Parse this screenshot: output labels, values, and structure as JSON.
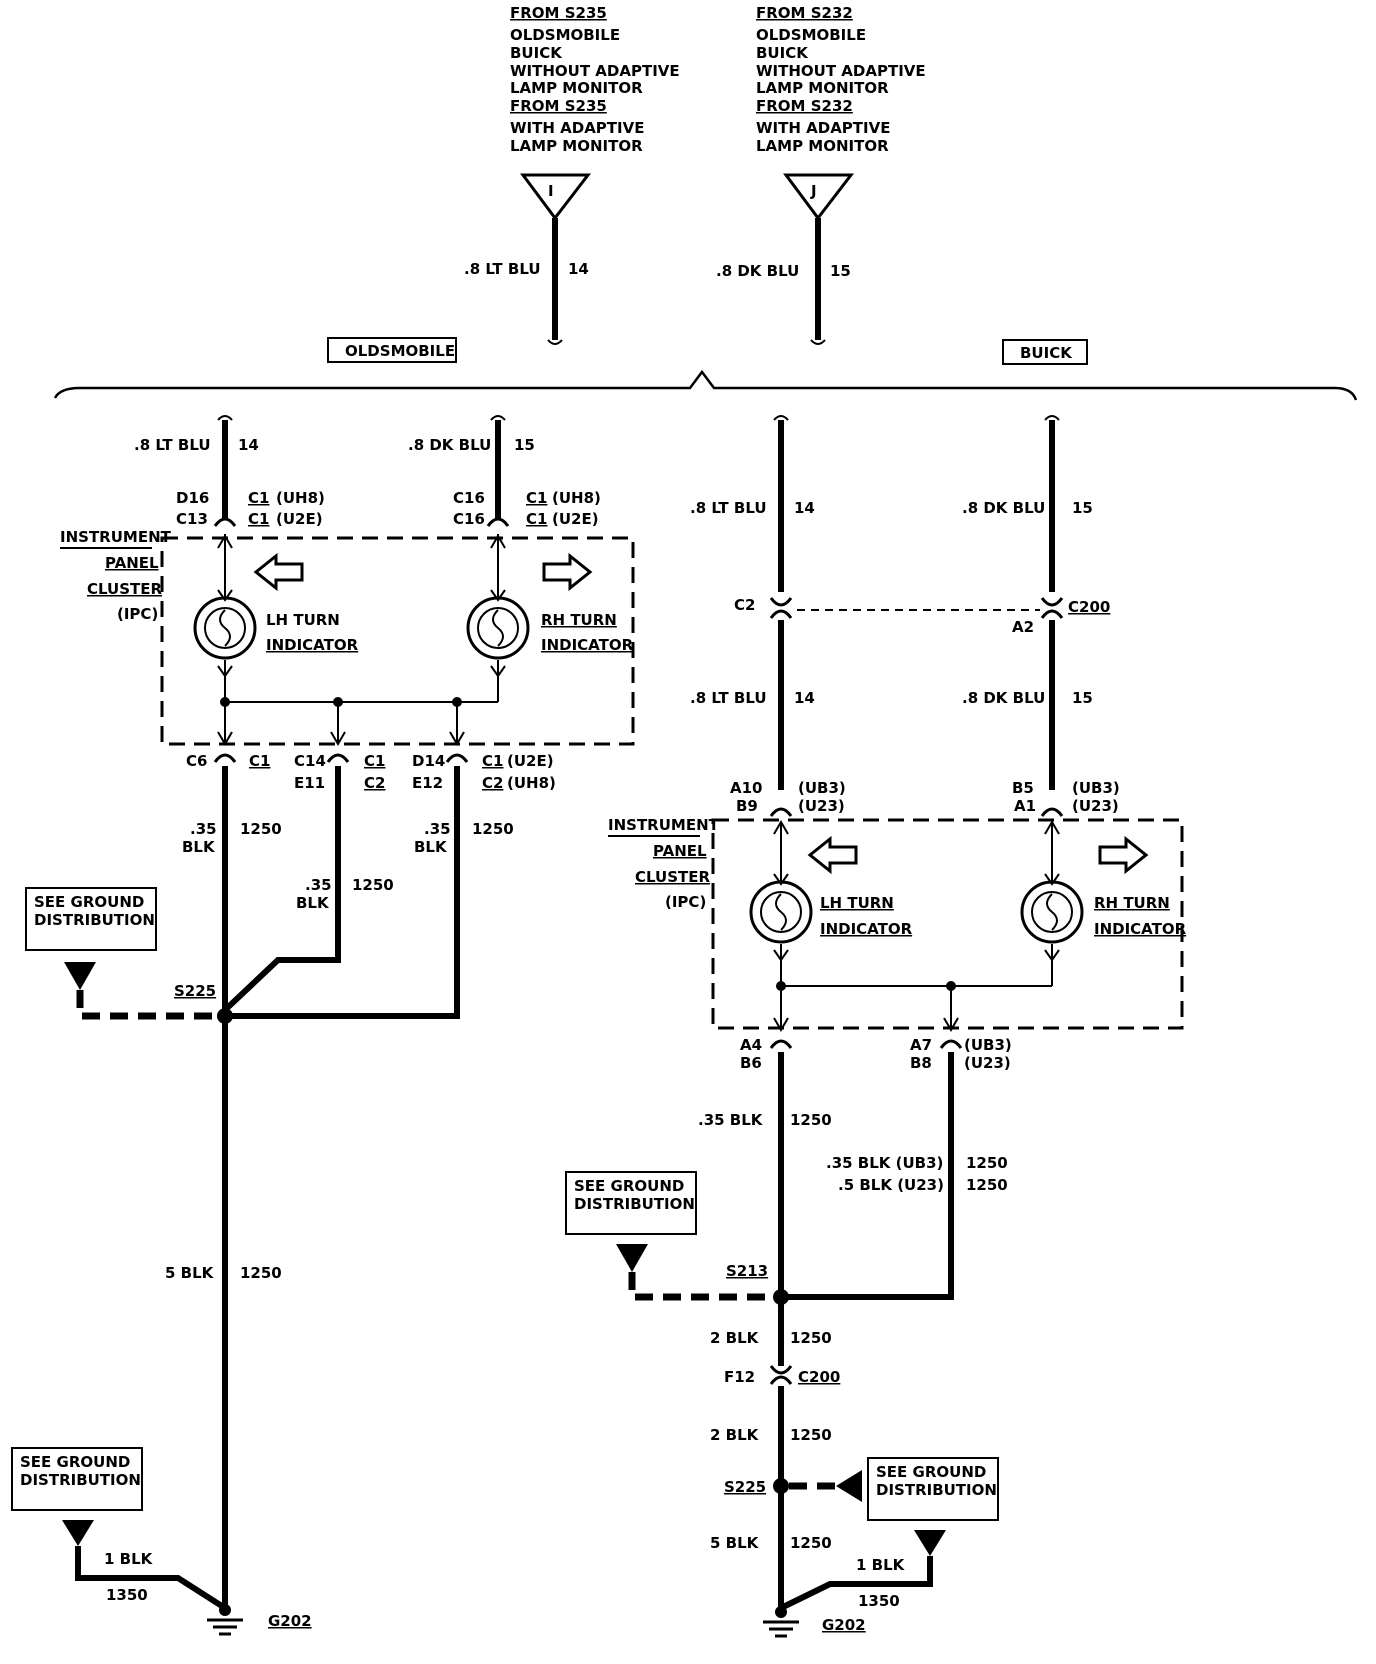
{
  "source_I": {
    "lines": [
      "FROM S235",
      "OLDSMOBILE",
      "BUICK",
      "WITHOUT ADAPTIVE",
      "LAMP MONITOR",
      "FROM S235",
      "WITH ADAPTIVE",
      "LAMP MONITOR"
    ],
    "letter": "I"
  },
  "source_J": {
    "lines": [
      "FROM S232",
      "OLDSMOBILE",
      "BUICK",
      "WITHOUT ADAPTIVE",
      "LAMP MONITOR",
      "FROM S232",
      "WITH ADAPTIVE",
      "LAMP MONITOR"
    ],
    "letter": "J"
  },
  "sections": {
    "oldsmobile": "OLDSMOBILE",
    "buick": "BUICK"
  },
  "wires": {
    "lt_blu": ".8 LT BLU",
    "dk_blu": ".8 DK BLU",
    "ckt14": "14",
    "ckt15": "15",
    "ckt1250": "1250",
    "ckt1350": "1350",
    "blk035": ".35",
    "blk": "BLK",
    "blk35_full": ".35 BLK",
    "blk35_ub3": ".35 BLK (UB3)",
    "blk5_u23": ".5 BLK (U23)",
    "blk5": "5 BLK",
    "blk2": "2 BLK",
    "blk1": "1 BLK"
  },
  "ipc": {
    "line1": "INSTRUMENT",
    "line2": "PANEL",
    "line3": "CLUSTER",
    "line4": "(IPC)"
  },
  "indicators": {
    "lh1": "LH TURN",
    "lh2": "INDICATOR",
    "rh1": "RH TURN",
    "rh2": "INDICATOR"
  },
  "ground_dist": {
    "line1": "SEE GROUND",
    "line2": "DISTRIBUTION"
  },
  "olds": {
    "pin_d16": "D16",
    "pin_c13": "C13",
    "pin_c16a": "C16",
    "pin_c16b": "C16",
    "c1": "C1",
    "uh8": "(UH8)",
    "u2e": "(U2E)",
    "pin_c6": "C6",
    "pin_c14": "C14",
    "pin_e11": "E11",
    "pin_d14": "D14",
    "pin_e12": "E12",
    "c2": "C2",
    "splice": "S225",
    "ground": "G202"
  },
  "buick": {
    "c2": "C2",
    "c200": "C200",
    "a2": "A2",
    "a10": "A10",
    "b9": "B9",
    "b5": "B5",
    "a1": "A1",
    "ub3": "(UB3)",
    "u23": "(U23)",
    "a4": "A4",
    "b6": "B6",
    "a7": "A7",
    "b8": "B8",
    "splice": "S213",
    "f12": "F12",
    "c200b": "C200",
    "splice2": "S225",
    "ground": "G202"
  }
}
